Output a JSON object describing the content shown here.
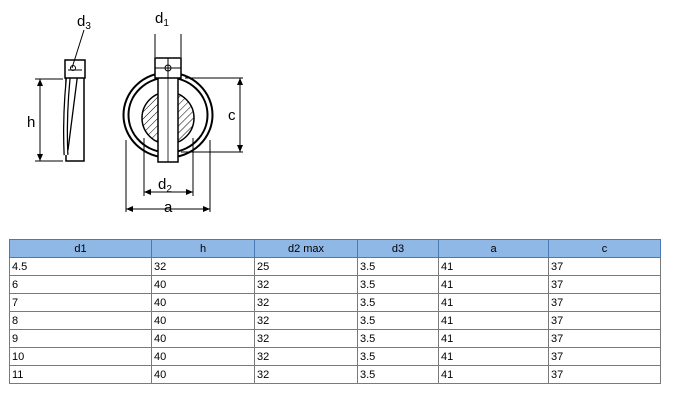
{
  "drawing": {
    "labels": {
      "d3": "d",
      "d3_sub": "3",
      "d1": "d",
      "d1_sub": "1",
      "h": "h",
      "c": "c",
      "d2": "d",
      "d2_sub": "2",
      "a": "a"
    }
  },
  "table": {
    "headers": [
      "d1",
      "h",
      "d2 max",
      "d3",
      "a",
      "c"
    ],
    "rows": [
      [
        "4.5",
        "32",
        "25",
        "3.5",
        "41",
        "37"
      ],
      [
        "6",
        "40",
        "32",
        "3.5",
        "41",
        "37"
      ],
      [
        "7",
        "40",
        "32",
        "3.5",
        "41",
        "37"
      ],
      [
        "8",
        "40",
        "32",
        "3.5",
        "41",
        "37"
      ],
      [
        "9",
        "40",
        "32",
        "3.5",
        "41",
        "37"
      ],
      [
        "10",
        "40",
        "32",
        "3.5",
        "41",
        "37"
      ],
      [
        "11",
        "40",
        "32",
        "3.5",
        "41",
        "37"
      ]
    ],
    "colors": {
      "header_bg": "#8fb8e7",
      "header_border": "#4a7ab5",
      "cell_border": "#7a7a7a"
    }
  }
}
